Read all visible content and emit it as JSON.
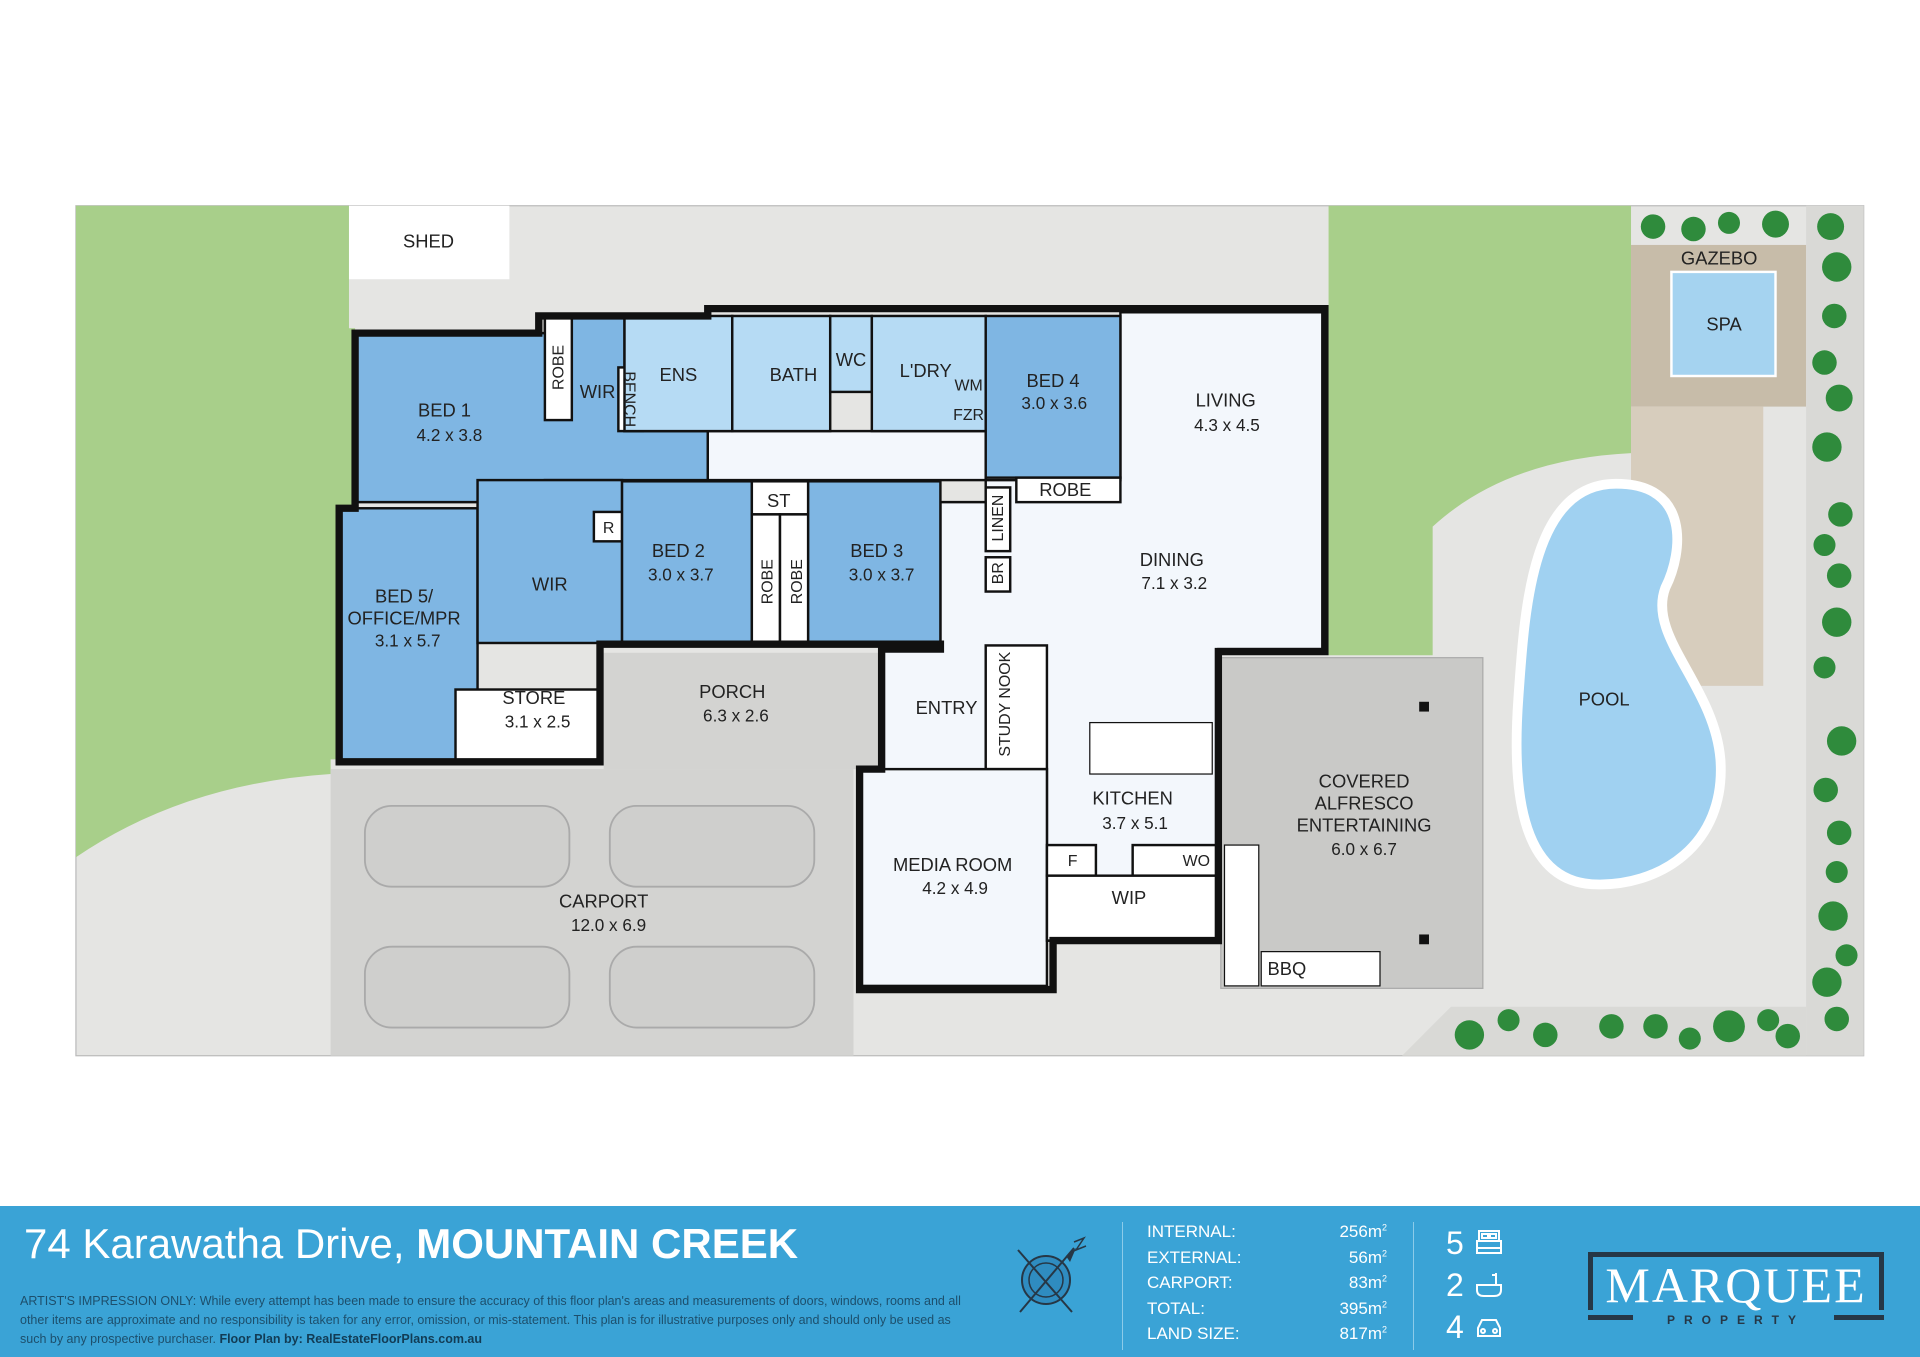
{
  "rooms": {
    "shed": {
      "name": "SHED"
    },
    "bed1": {
      "name": "BED 1",
      "size": "4.2 x 3.8"
    },
    "bed1_robe": {
      "name": "ROBE"
    },
    "bed1_wir": {
      "name": "WIR"
    },
    "bench": {
      "name": "BENCH"
    },
    "ens": {
      "name": "ENS"
    },
    "bath": {
      "name": "BATH"
    },
    "wc": {
      "name": "WC"
    },
    "ldry": {
      "name": "L'DRY"
    },
    "wm": {
      "name": "WM"
    },
    "fzr": {
      "name": "FZR"
    },
    "bed4": {
      "name": "BED 4",
      "size": "3.0 x 3.6"
    },
    "bed4_robe": {
      "name": "ROBE"
    },
    "living": {
      "name": "LIVING",
      "size": "4.3 x 4.5"
    },
    "st": {
      "name": "ST"
    },
    "bed2": {
      "name": "BED 2",
      "size": "3.0 x 3.7"
    },
    "bed2_robe": {
      "name": "ROBE"
    },
    "bed3_robe": {
      "name": "ROBE"
    },
    "bed3": {
      "name": "BED 3",
      "size": "3.0 x 3.7"
    },
    "linen": {
      "name": "LINEN"
    },
    "br": {
      "name": "BR"
    },
    "r": {
      "name": "R"
    },
    "bed5_wir": {
      "name": "WIR"
    },
    "bed5": {
      "name1": "BED 5/",
      "name2": "OFFICE/MPR",
      "size": "3.1 x 5.7"
    },
    "dining": {
      "name": "DINING",
      "size": "7.1 x 3.2"
    },
    "store": {
      "name": "STORE",
      "size": "3.1 x 2.5"
    },
    "porch": {
      "name": "PORCH",
      "size": "6.3 x 2.6"
    },
    "entry": {
      "name": "ENTRY"
    },
    "study": {
      "name": "STUDY NOOK"
    },
    "kitchen": {
      "name": "KITCHEN",
      "size": "3.7 x 5.1"
    },
    "media": {
      "name": "MEDIA ROOM",
      "size": "4.2 x 4.9"
    },
    "f": {
      "name": "F"
    },
    "wo": {
      "name": "WO"
    },
    "wip": {
      "name": "WIP"
    },
    "carport": {
      "name": "CARPORT",
      "size": "12.0 x 6.9"
    },
    "alfresco": {
      "name1": "COVERED",
      "name2": "ALFRESCO",
      "name3": "ENTERTAINING",
      "size": "6.0 x 6.7"
    },
    "bbq": {
      "name": "BBQ"
    },
    "gazebo": {
      "name": "GAZEBO"
    },
    "spa": {
      "name": "SPA"
    },
    "pool": {
      "name": "POOL"
    }
  },
  "footer": {
    "address_street": "74 Karawatha Drive,",
    "address_suburb": "MOUNTAIN CREEK",
    "disclaimer": "ARTIST'S IMPRESSION ONLY: While every attempt has been made to ensure the accuracy of this floor plan's areas and measurements of doors, windows, rooms and all other items are approximate and no responsibility is taken for any error, omission, or mis-statement. This plan is for illustrative purposes only and should only be used as such by any prospective purchaser.",
    "credit": "Floor Plan by: RealEstateFloorPlans.com.au",
    "stats": [
      {
        "label": "INTERNAL:",
        "value": "256m",
        "unit": "2"
      },
      {
        "label": "EXTERNAL:",
        "value": "56m",
        "unit": "2"
      },
      {
        "label": "CARPORT:",
        "value": "83m",
        "unit": "2"
      },
      {
        "label": "TOTAL:",
        "value": "395m",
        "unit": "2"
      },
      {
        "label": "LAND SIZE:",
        "value": "817m",
        "unit": "2"
      }
    ],
    "features": {
      "beds": "5",
      "baths": "2",
      "cars": "4"
    },
    "logo": {
      "word": "MARQUEE",
      "sub": "PROPERTY"
    }
  },
  "colors": {
    "footer_bg": "#3aa3d6",
    "bedroom": "#7fb6e3",
    "wet": "#b6dbf4",
    "living": "#f3f7fc",
    "lawn": "#a9cf8a",
    "pool": "#9fd0f0"
  }
}
